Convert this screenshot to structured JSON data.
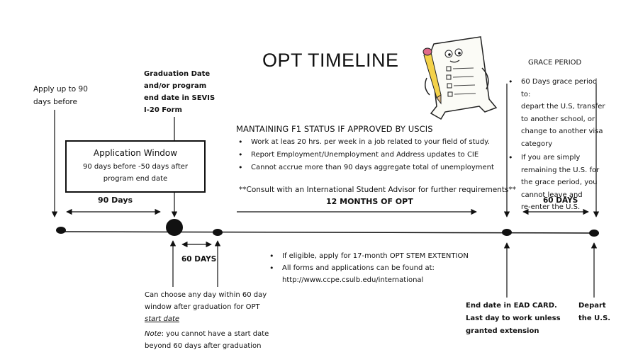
{
  "title": "OPT TIMELINE",
  "apply": [
    "Apply up to 90",
    "days before"
  ],
  "graduation": [
    "Graduation Date",
    "and/or program",
    "end date in SEVIS",
    "I-20 Form"
  ],
  "app_window": {
    "heading": "Application Window",
    "body": [
      "90 days before -50 days after",
      "program end date"
    ]
  },
  "days90": "90 Days",
  "maintain": {
    "heading": "MANTAINING F1 STATUS IF APPROVED BY USCIS",
    "bullets": [
      "Work at leas 20 hrs. per week in a job related to your field of study.",
      "Report Employment/Unemployment and Address updates to CIE",
      "Cannot accrue more than 90 days aggregate total of unemployment"
    ]
  },
  "consult": "**Consult with an International Student Advisor for further requirements**",
  "months12": "12 MONTHS OF OPT",
  "grace": {
    "heading": "GRACE PERIOD",
    "bullets": [
      [
        "60 Days grace period to:",
        "depart the U.S, transfer",
        "to another school, or",
        "change to another visa",
        "category"
      ],
      [
        "If you are simply",
        "remaining the U.S. for",
        "the grace period, you",
        "cannot leave and",
        "re-enter the U.S."
      ]
    ]
  },
  "days60_right": "60 DAYS",
  "days60_left": "60 DAYS",
  "stem": {
    "bullets": [
      [
        "If eligible, apply for 17-month OPT  STEM EXTENTION"
      ],
      [
        "All forms and applications can be found at:",
        "http://www.ccpe.csulb.edu/international"
      ]
    ]
  },
  "choose": {
    "lines": [
      "Can choose any day within 60 day",
      "window after graduation for OPT"
    ],
    "start_date": "start date",
    "note_label": "Note",
    "note_rest": ": you cannot have a start date",
    "note_line2": "beyond  60 days after graduation"
  },
  "end_date": [
    "End date in EAD CARD.",
    "Last day to work unless",
    "granted extension"
  ],
  "depart": [
    "Depart",
    "the U.S."
  ]
}
